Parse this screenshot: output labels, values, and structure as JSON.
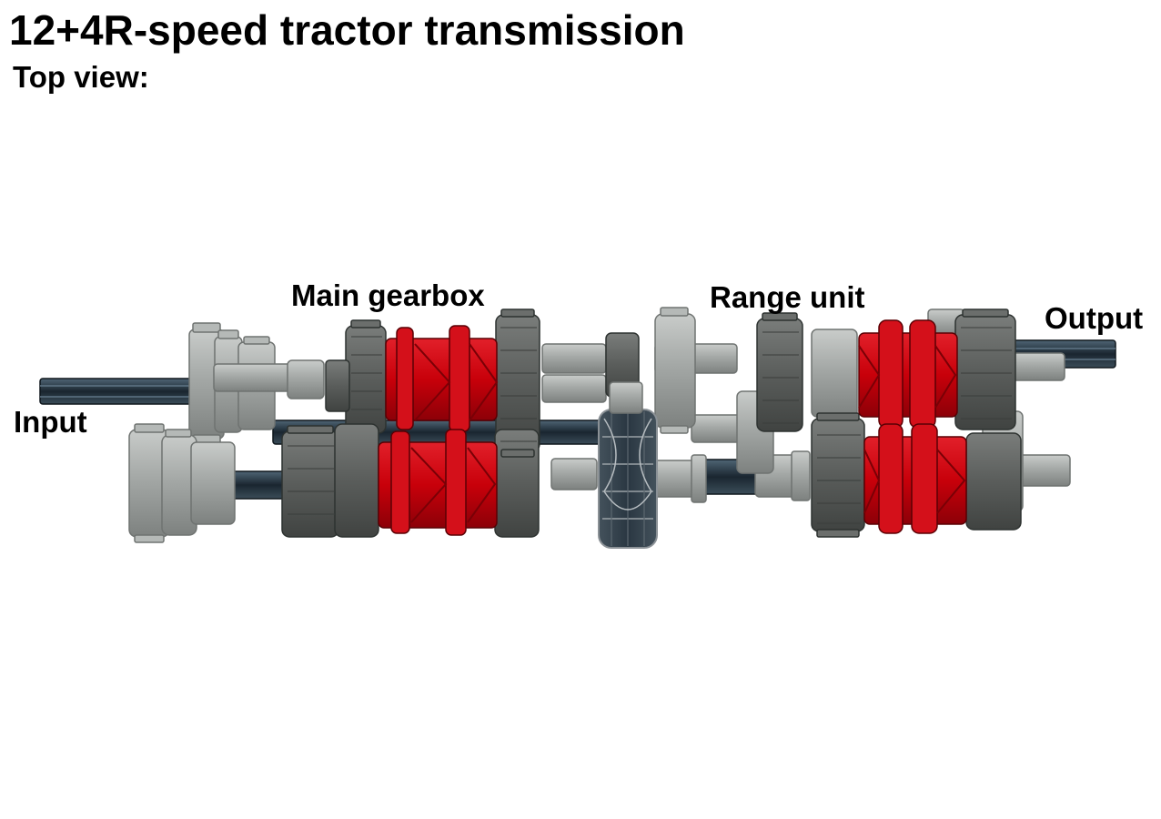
{
  "title": "12+4R-speed tractor transmission",
  "subtitle": "Top view:",
  "labels": {
    "main_gearbox": "Main gearbox",
    "range_unit": "Range unit",
    "output": "Output",
    "input": "Input"
  },
  "colors": {
    "axle": "#1a2630",
    "axle_highlight": "#4f6575",
    "light_gray": "#a4a8a6",
    "dark_gray": "#5a5d5b",
    "clutch_red": "#c8000a",
    "clutch_red_dark": "#7a0006",
    "outline": "#2d3230",
    "drum": "#2a3742"
  }
}
